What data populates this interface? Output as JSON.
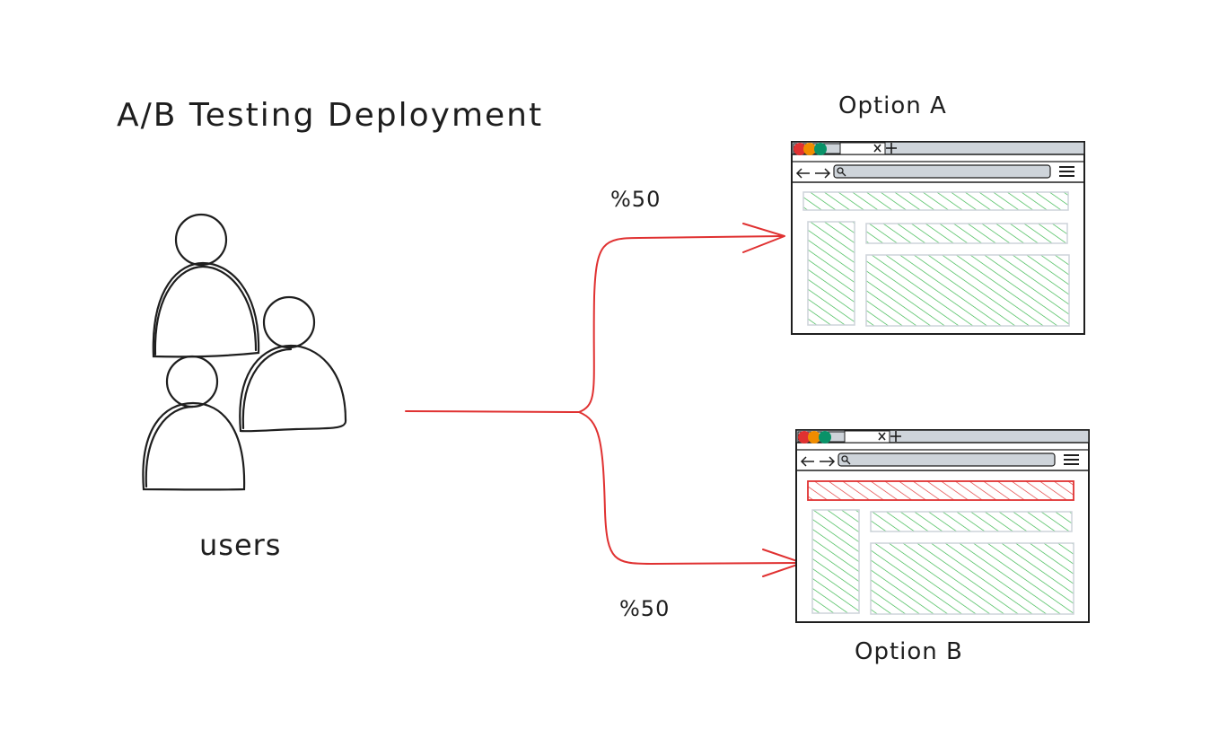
{
  "title": "A/B Testing Deployment",
  "users_label": "users",
  "route_a": {
    "percent_label": "%50",
    "option_label": "Option A"
  },
  "route_b": {
    "percent_label": "%50",
    "option_label": "Option B"
  },
  "colors": {
    "ink": "#1e1e1e",
    "arrow": "#e03131",
    "good_section": "#2fb344",
    "changed_section": "#e03131",
    "window_dot_red": "#e03131",
    "window_dot_orange": "#f08c00",
    "window_dot_green": "#099268",
    "chrome_gray": "#ced4da"
  },
  "browser_icons": {
    "back": "arrow-left-icon",
    "forward": "arrow-right-icon",
    "search": "search-icon",
    "menu": "hamburger-menu-icon",
    "close_tab": "close-icon",
    "new_tab": "plus-icon"
  }
}
